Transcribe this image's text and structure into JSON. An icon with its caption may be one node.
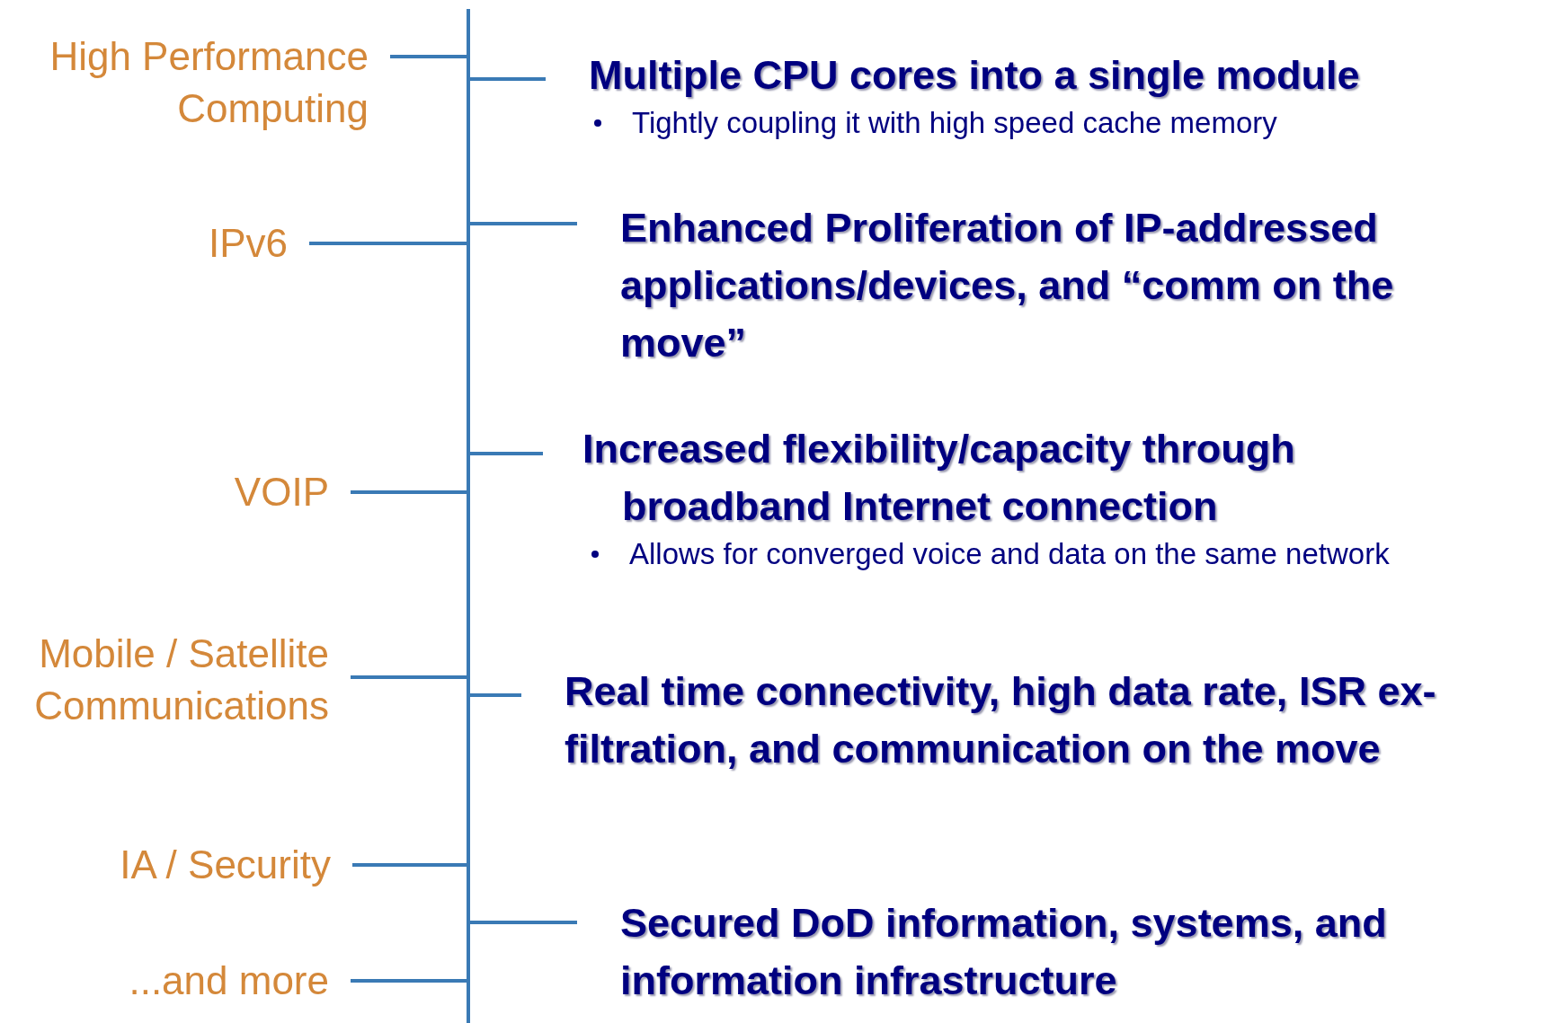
{
  "diagram": {
    "nodes": [
      {
        "text": [],
        "shape": "bar"
      },
      {
        "text": [
          "High Performance Computing"
        ]
      },
      {
        "text": [
          "IPv6"
        ]
      },
      {
        "text": [
          "VOIP"
        ]
      },
      {
        "text": [
          "Mobile / Satellite Communications"
        ]
      },
      {
        "text": [
          "IA / Security"
        ]
      },
      {
        "text": [
          "...and more"
        ]
      },
      {
        "text": [
          "Multiple CPU cores into a single module",
          "Tightly coupling it with high speed cache memory"
        ]
      },
      {
        "text": [
          "Enhanced Proliferation of IP-addressed applications/devices, and “comm on the move”"
        ]
      },
      {
        "text": [
          "Increased flexibility/capacity through broadband Internet connection",
          "Allows for converged voice and data on the same network"
        ]
      },
      {
        "text": [
          "Real time connectivity, high data rate, ISR ex-filtration, and communication on the move"
        ]
      },
      {
        "text": [
          "Secured DoD information, systems, and information infrastructure"
        ]
      }
    ],
    "edges": [
      {
        "from": 1,
        "to": 0,
        "arrow": "none"
      },
      {
        "from": 2,
        "to": 0,
        "arrow": "none"
      },
      {
        "from": 3,
        "to": 0,
        "arrow": "none"
      },
      {
        "from": 4,
        "to": 0,
        "arrow": "none"
      },
      {
        "from": 5,
        "to": 0,
        "arrow": "none"
      },
      {
        "from": 6,
        "to": 0,
        "arrow": "none"
      },
      {
        "from": 0,
        "to": 7,
        "arrow": "none"
      },
      {
        "from": 0,
        "to": 8,
        "arrow": "none"
      },
      {
        "from": 0,
        "to": 9,
        "arrow": "none"
      },
      {
        "from": 0,
        "to": 10,
        "arrow": "none"
      },
      {
        "from": 0,
        "to": 11,
        "arrow": "none"
      }
    ]
  }
}
